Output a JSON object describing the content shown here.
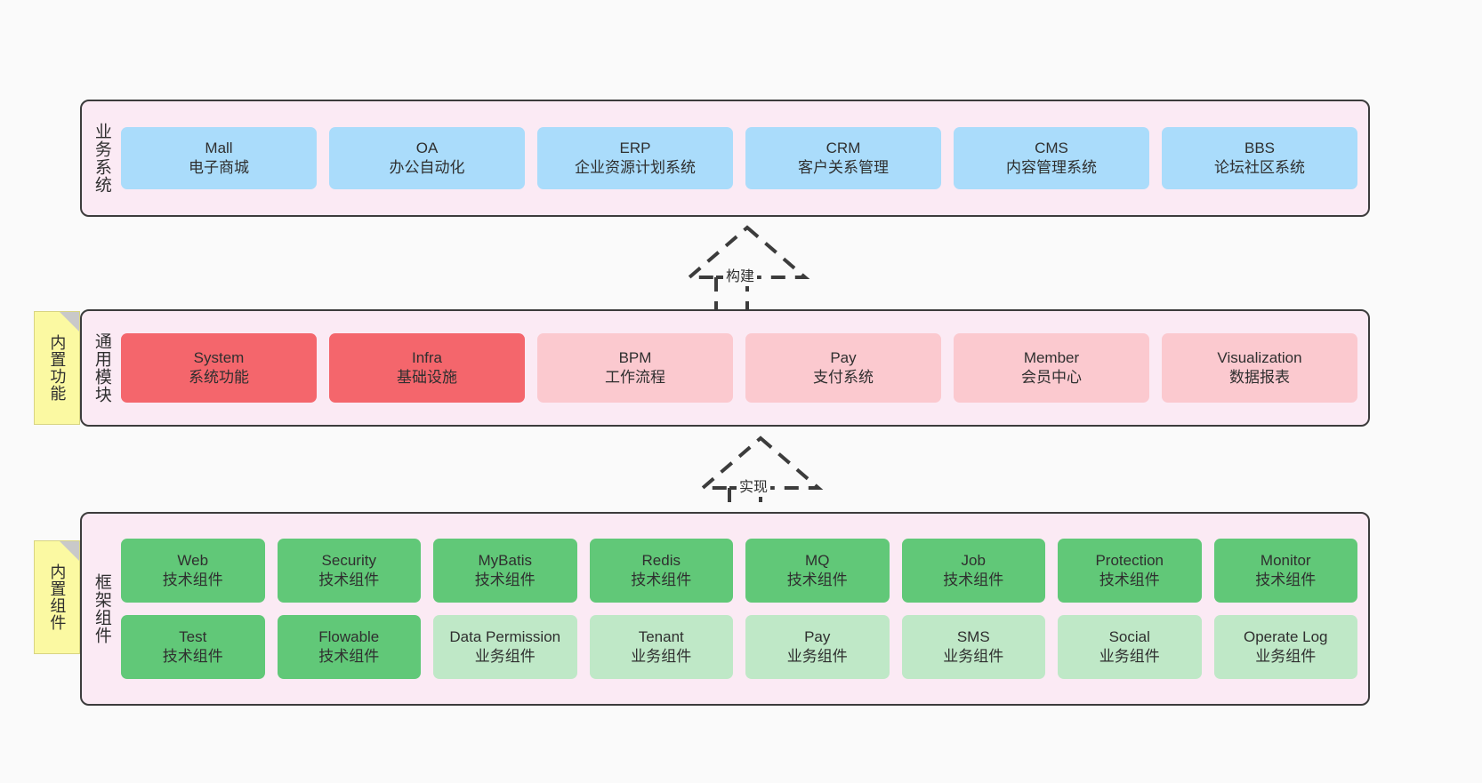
{
  "layers": {
    "business": {
      "title": "业务系统",
      "cards": [
        {
          "name": "Mall",
          "desc": "电子商城"
        },
        {
          "name": "OA",
          "desc": "办公自动化"
        },
        {
          "name": "ERP",
          "desc": "企业资源计划系统"
        },
        {
          "name": "CRM",
          "desc": "客户关系管理"
        },
        {
          "name": "CMS",
          "desc": "内容管理系统"
        },
        {
          "name": "BBS",
          "desc": "论坛社区系统"
        }
      ]
    },
    "common": {
      "title": "通用模块",
      "sticky": "内置功能",
      "cards": [
        {
          "name": "System",
          "desc": "系统功能",
          "tone": "strong"
        },
        {
          "name": "Infra",
          "desc": "基础设施",
          "tone": "strong"
        },
        {
          "name": "BPM",
          "desc": "工作流程",
          "tone": "soft"
        },
        {
          "name": "Pay",
          "desc": "支付系统",
          "tone": "soft"
        },
        {
          "name": "Member",
          "desc": "会员中心",
          "tone": "soft"
        },
        {
          "name": "Visualization",
          "desc": "数据报表",
          "tone": "soft"
        }
      ]
    },
    "framework": {
      "title": "框架组件",
      "sticky": "内置组件",
      "row1": [
        {
          "name": "Web",
          "desc": "技术组件"
        },
        {
          "name": "Security",
          "desc": "技术组件"
        },
        {
          "name": "MyBatis",
          "desc": "技术组件"
        },
        {
          "name": "Redis",
          "desc": "技术组件"
        },
        {
          "name": "MQ",
          "desc": "技术组件"
        },
        {
          "name": "Job",
          "desc": "技术组件"
        },
        {
          "name": "Protection",
          "desc": "技术组件"
        },
        {
          "name": "Monitor",
          "desc": "技术组件"
        }
      ],
      "row2": [
        {
          "name": "Test",
          "desc": "技术组件",
          "tone": "strong"
        },
        {
          "name": "Flowable",
          "desc": "技术组件",
          "tone": "strong"
        },
        {
          "name": "Data Permission",
          "desc": "业务组件",
          "tone": "soft"
        },
        {
          "name": "Tenant",
          "desc": "业务组件",
          "tone": "soft"
        },
        {
          "name": "Pay",
          "desc": "业务组件",
          "tone": "soft"
        },
        {
          "name": "SMS",
          "desc": "业务组件",
          "tone": "soft"
        },
        {
          "name": "Social",
          "desc": "业务组件",
          "tone": "soft"
        },
        {
          "name": "Operate Log",
          "desc": "业务组件",
          "tone": "soft"
        }
      ]
    }
  },
  "connectors": [
    {
      "id": "build",
      "label": "构建"
    },
    {
      "id": "realize",
      "label": "实现"
    }
  ],
  "colors": {
    "canvas": "#fafafa",
    "band_fill": "#fbeaf4",
    "band_border": "#3c3c3c",
    "business_card": "#aadcfb",
    "module_strong": "#f4666c",
    "module_soft": "#fbc9cf",
    "component_tech": "#61c878",
    "component_business": "#bfe8c7",
    "sticky_fill": "#fbf9a2",
    "sticky_fold": "#c9c9c9",
    "text": "#2f2f2f"
  }
}
